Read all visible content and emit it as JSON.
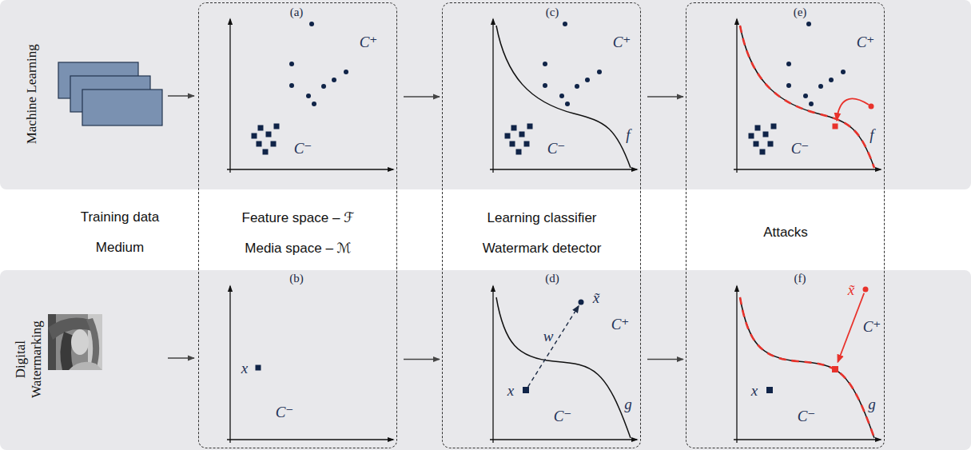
{
  "diagram": {
    "nodes": [
      {
        "text": [
          "Machine Learning"
        ]
      },
      {
        "text": [
          "Digital Watermarking"
        ]
      },
      {
        "text": [
          "Feature space – ℱ",
          "Media space – ℳ"
        ]
      },
      {
        "text": [
          "(a)",
          "C⁺",
          "C⁻"
        ],
        "in": 2
      },
      {
        "text": [
          "(b)",
          "x",
          "C⁻"
        ],
        "in": 2
      },
      {
        "text": [
          "Learning classifier",
          "Watermark detector"
        ]
      },
      {
        "text": [
          "(c)",
          "C⁺",
          "C⁻",
          "f"
        ],
        "in": 5
      },
      {
        "text": [
          "(d)",
          "w",
          "x̃",
          "C⁺",
          "x",
          "C⁻",
          "g"
        ],
        "in": 5
      },
      {
        "text": [
          "Attacks"
        ]
      },
      {
        "text": [
          "(e)",
          "C⁺",
          "C⁻",
          "f"
        ],
        "in": 8
      },
      {
        "text": [
          "(f)",
          "x̃",
          "C⁺",
          "x",
          "C⁻",
          "g"
        ],
        "in": 8
      }
    ],
    "edges": [
      {
        "from": 3,
        "to": 6,
        "arrow": "to"
      },
      {
        "from": 6,
        "to": 9,
        "arrow": "to"
      },
      {
        "from": 4,
        "to": 7,
        "arrow": "to"
      },
      {
        "from": 7,
        "to": 10,
        "arrow": "to"
      }
    ],
    "labels": [
      "Training data",
      "Medium"
    ]
  }
}
